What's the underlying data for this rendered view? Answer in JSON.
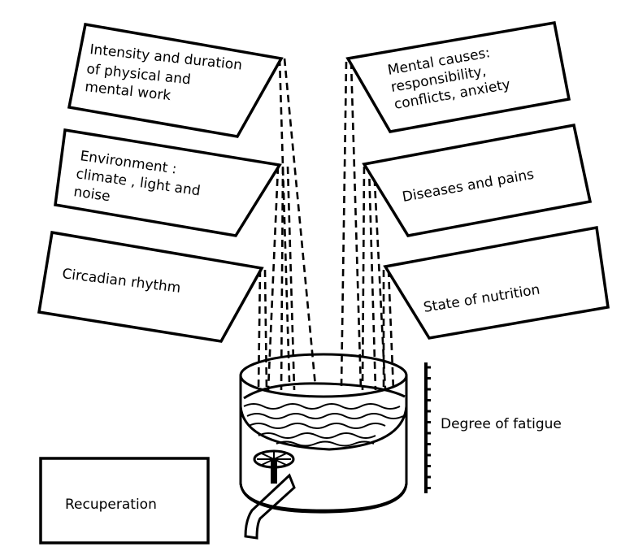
{
  "diagram": {
    "title": "Fatigue as a filling container",
    "left_factors": [
      {
        "lines": [
          "Intensity and duration",
          "of physical and",
          "mental work"
        ]
      },
      {
        "lines": [
          "Environment :",
          "climate , light and",
          "noise"
        ]
      },
      {
        "lines": [
          "Circadian rhythm"
        ]
      }
    ],
    "right_factors": [
      {
        "lines": [
          "Mental causes:",
          "responsibility,",
          "conflicts, anxiety"
        ]
      },
      {
        "lines": [
          "Diseases and pains"
        ]
      },
      {
        "lines": [
          "State of nutrition"
        ]
      }
    ],
    "container_label": "Degree of fatigue",
    "outflow_label": "Recuperation",
    "colors": {
      "ink": "#000000",
      "paper": "#ffffff"
    }
  }
}
